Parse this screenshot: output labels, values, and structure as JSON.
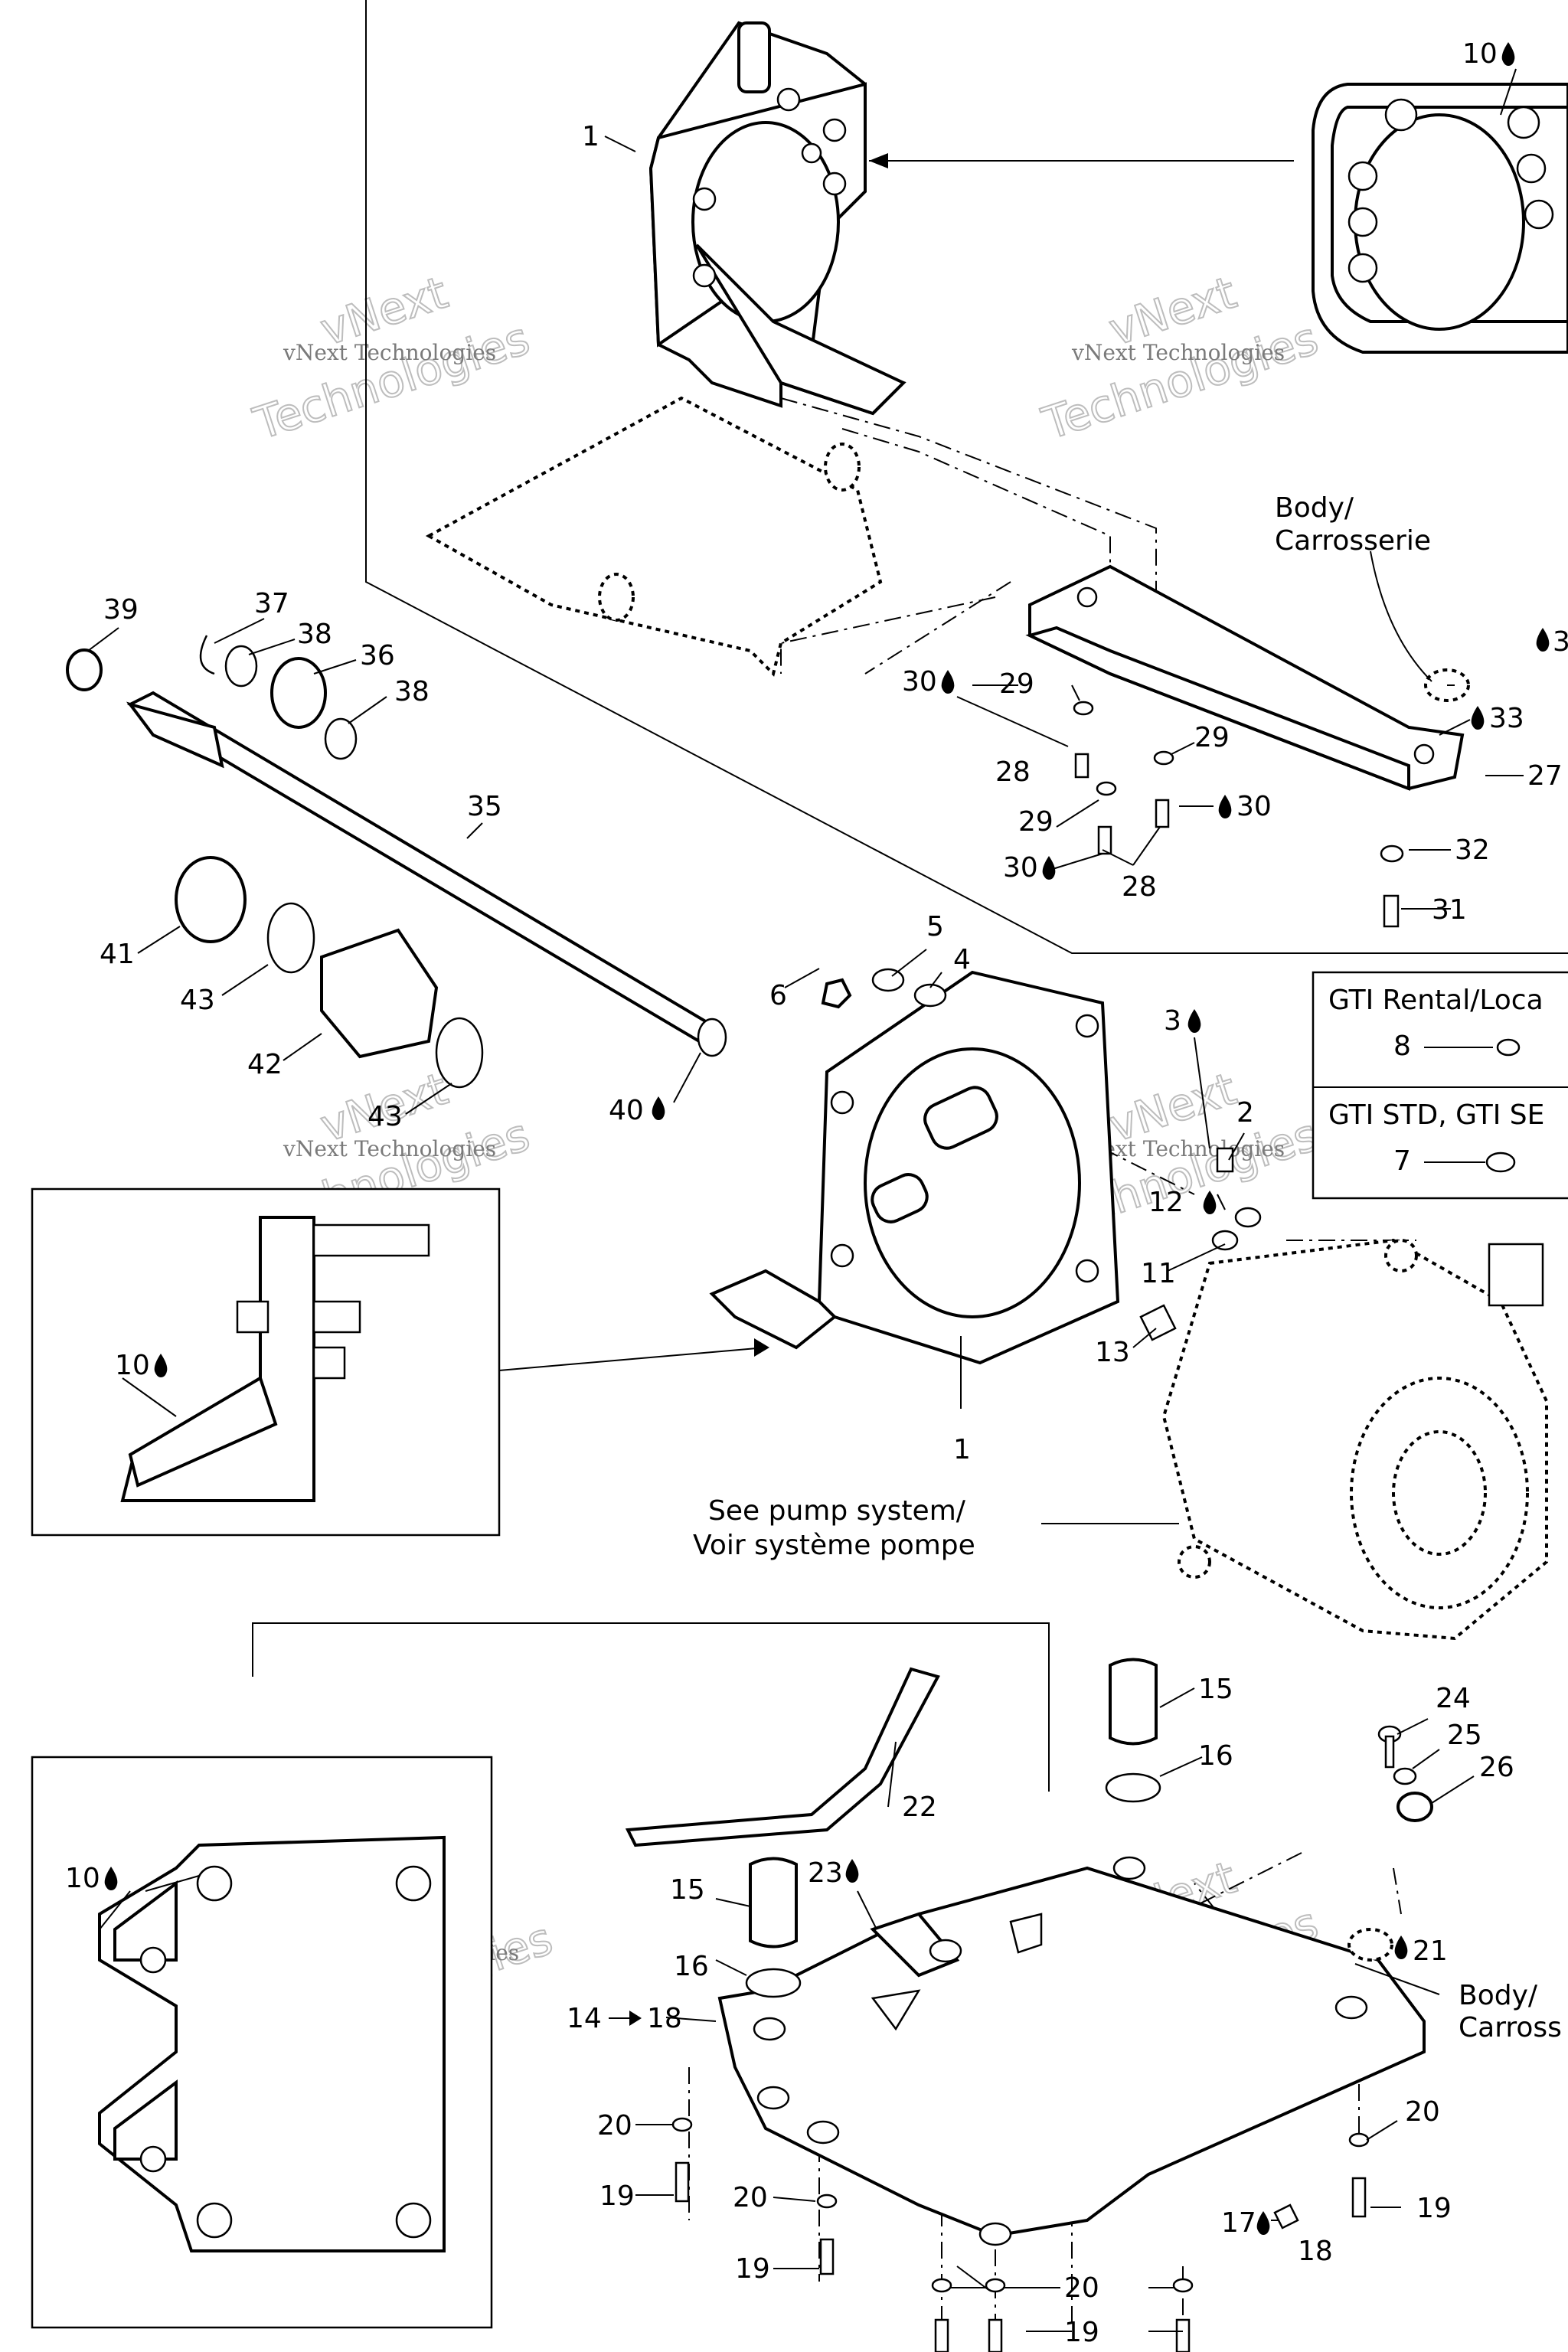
{
  "watermark": {
    "line1": "vNext Technologies",
    "line2": "vNext",
    "line3": "Technologies"
  },
  "callouts": {
    "c1a": "1",
    "c10a": "10",
    "c1b": "1",
    "c2": "2",
    "c3": "3",
    "c4": "4",
    "c5": "5",
    "c6": "6",
    "c7": "7",
    "c8": "8",
    "c10b": "10",
    "c10c": "10",
    "c11": "11",
    "c12": "12",
    "c13": "13",
    "c14": "14",
    "c18a": "18",
    "c15a": "15",
    "c15b": "15",
    "c16a": "16",
    "c16b": "16",
    "c17": "17",
    "c18b": "18",
    "c19a": "19",
    "c19b": "19",
    "c19c": "19",
    "c19d": "19",
    "c20a": "20",
    "c20b": "20",
    "c20c": "20",
    "c20d": "20",
    "c21": "21",
    "c22": "22",
    "c23": "23",
    "c24": "24",
    "c25": "25",
    "c26": "26",
    "c27": "27",
    "c28a": "28",
    "c28b": "28",
    "c29a": "29",
    "c29b": "29",
    "c29c": "29",
    "c30a": "30",
    "c30b": "30",
    "c30c": "30",
    "c31": "31",
    "c32": "32",
    "c33": "33",
    "c3b": "3",
    "c35": "35",
    "c36": "36",
    "c37": "37",
    "c38a": "38",
    "c38b": "38",
    "c39": "39",
    "c40": "40",
    "c41": "41",
    "c42": "42",
    "c43a": "43",
    "c43b": "43"
  },
  "notes": {
    "body_top_1": "Body/",
    "body_top_2": "Carrosserie",
    "body_bottom_1": "Body/",
    "body_bottom_2": "Carross",
    "pump_1": "See pump system/",
    "pump_2": "Voir système pompe",
    "gti_rental": "GTI Rental/Loca",
    "gti_std": "GTI STD, GTI SE"
  }
}
